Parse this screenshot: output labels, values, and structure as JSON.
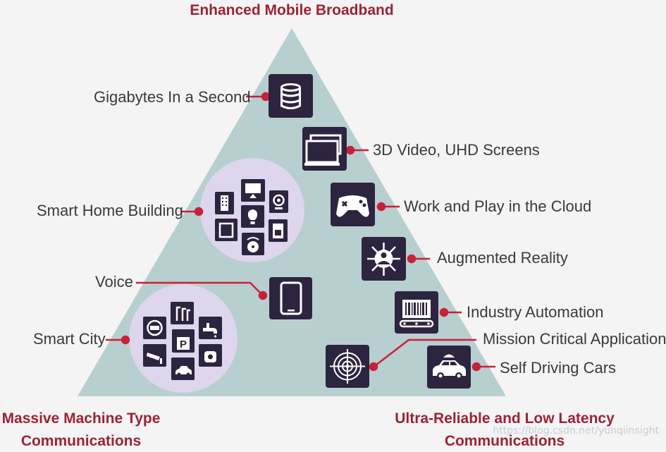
{
  "titles": {
    "top": "Enhanced Mobile Broadband",
    "bottom_left_line1": "Massive Machine Type",
    "bottom_left_line2": "Communications",
    "bottom_right_line1": "Ultra-Reliable and Low Latency",
    "bottom_right_line2": "Communications"
  },
  "labels": {
    "gigabytes": "Gigabytes In a Second",
    "video": "3D Video, UHD Screens",
    "cloud": "Work and Play in the Cloud",
    "smart_home": "Smart Home Building",
    "ar": "Augmented Reality",
    "voice": "Voice",
    "industry": "Industry Automation",
    "smart_city": "Smart City",
    "mission": "Mission Critical Applications",
    "cars": "Self Driving Cars"
  },
  "icons": {
    "gigabytes": "database-icon",
    "video": "screens-icon",
    "cloud": "gamepad-icon",
    "ar": "augmented-reality-icon",
    "voice": "phone-icon",
    "industry": "conveyor-barcode-icon",
    "mission": "target-icon",
    "cars": "car-icon"
  },
  "watermark": "https://blog.csdn.net/yunqiinsight",
  "colors": {
    "triangle": "#b8cfcf",
    "tile": "#2d2440",
    "accent": "#c8203a",
    "cluster": "#ddd6ec",
    "title": "#9b2335"
  }
}
